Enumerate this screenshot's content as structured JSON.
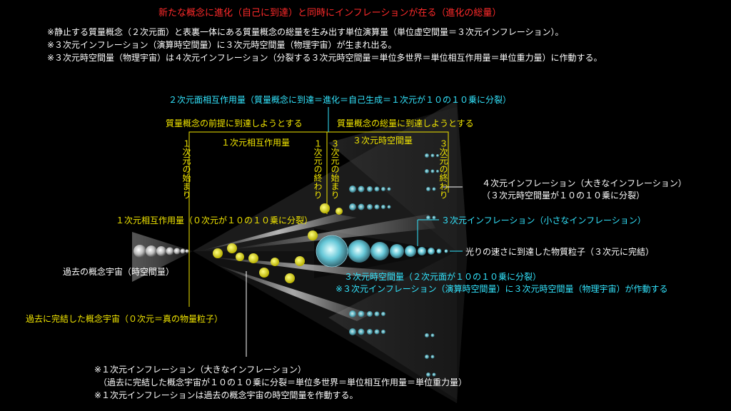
{
  "header": {
    "title": "新たな概念に進化（自己に到達）と同時にインフレーションが在る（進化の総量）",
    "note1": "※静止する質量概念（２次元面）と表裏一体にある質量概念の総量を生み出す単位演算量（単位虚空間量＝３次元インフレーション）。",
    "note2": "※３次元インフレーション（演算時空間量）に３次元時空間量（物理宇宙）が生まれ出る。",
    "note3": "※３次元時空間量（物理宇宙）は４次元インフレーション（分裂する３次元時空間量＝単位多世界＝単位相互作用量＝単位重力量）に作動する。"
  },
  "diagram": {
    "label_2d_interaction": "２次元面相互作用量（質量概念に到達＝進化＝自己生成＝１次元が１０の１０乗に分裂）",
    "label_premise": "質量概念の前提に到達しようとする",
    "label_total": "質量概念の総量に到達しようとする",
    "label_1d_interaction": "１次元相互作用量",
    "label_3d_spacetime_top": "３次元時空間量",
    "vert_1d_start": "１次元の始まり",
    "vert_1d_end": "１次元の終わり",
    "vert_3d_start": "３次元の始まり",
    "vert_3d_end": "３次元の終わり",
    "label_4d_inflation_1": "４次元インフレーション（大きなインフレーション）",
    "label_4d_inflation_2": "（３次元時空間量が１０の１０乗に分裂）",
    "label_1d_interaction_0d": "１次元相互作用量（０次元が１０の１０乗に分裂）",
    "label_3d_inflation_small": "３次元インフレーション（小さなインフレーション）",
    "label_light_speed": "光りの速さに到達した物質粒子（３次元に完結）",
    "label_past_universe": "過去の概念宇宙（時空間量）",
    "label_3d_spacetime_split": "３次元時空間量（２次元面が１０の１０乗に分裂）",
    "label_3d_inflation_acts": "※３次元インフレーション（演算時空間量）に３次元時空間量（物理宇宙）が作動する",
    "label_past_complete": "過去に完結した概念宇宙（０次元＝真の物量粒子）"
  },
  "footer": {
    "line1": "※１次元インフレーション（大きなインフレーション）",
    "line2": "（過去に完結した概念宇宙が１０の１０乗に分裂＝単位多世界＝単位相互作用量＝単位重力量）",
    "line3": "※１次元インフレーションは過去の概念宇宙の時空間量を作動する。"
  },
  "colors": {
    "background": "#000000",
    "title": "#ff2a2a",
    "yellow": "#f2e600",
    "cyan": "#33e6ff",
    "white": "#ffffff"
  }
}
